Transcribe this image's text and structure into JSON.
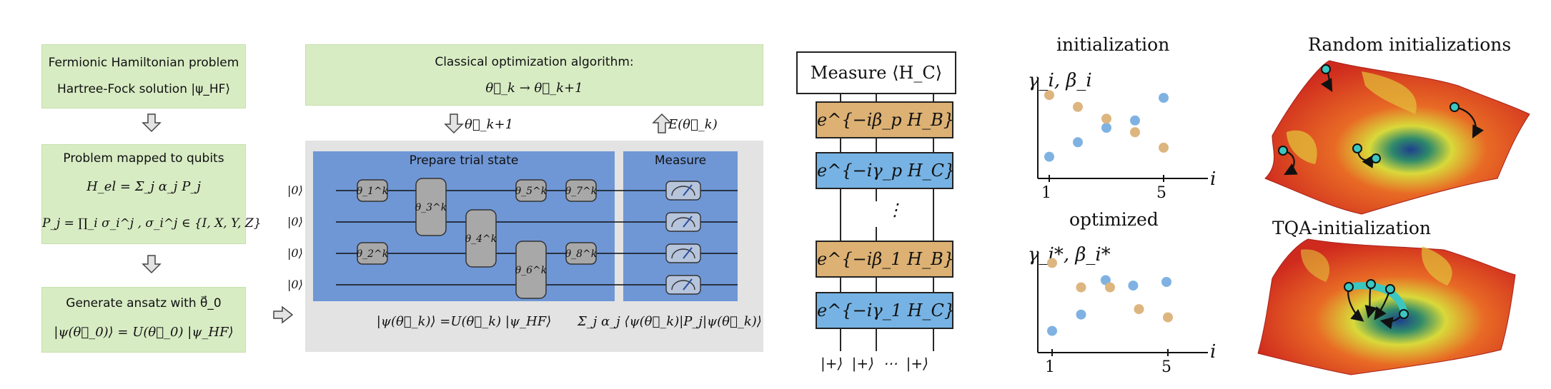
{
  "flow": {
    "box1": {
      "line1": "Fermionic Hamiltonian problem",
      "line2": "Hartree-Fock solution |ψ_HF⟩"
    },
    "box2": {
      "title": "Problem mapped to qubits",
      "eq1": "H_el = Σ_j α_j P_j",
      "eq2": "P_j = ∏_i σ_i^j , σ_i^j ∈ {I, X, Y, Z}"
    },
    "box3": {
      "title": "Generate ansatz with θ⃗_0",
      "eq": "|ψ(θ⃗_0)⟩ = U(θ⃗_0) |ψ_HF⟩"
    }
  },
  "optimizer": {
    "title": "Classical optimization algorithm:",
    "update": "θ⃗_k → θ⃗_k+1"
  },
  "arrows": {
    "down_label": "θ⃗_k+1",
    "up_label": "E(θ⃗_k)"
  },
  "circuit": {
    "prepare_title": "Prepare trial state",
    "measure_title": "Measure",
    "qubit_labels": [
      "|0⟩",
      "|0⟩",
      "|0⟩",
      "|0⟩"
    ],
    "gates": [
      "θ_1^k",
      "θ_2^k",
      "θ_3^k",
      "θ_4^k",
      "θ_5^k",
      "θ_6^k",
      "θ_7^k",
      "θ_8^k"
    ],
    "state_eq": "|ψ(θ⃗_k)⟩ =U(θ⃗_k) |ψ_HF⟩",
    "energy_eq": "Σ_j α_j ⟨ψ(θ⃗_k)|P_j|ψ(θ⃗_k)⟩"
  },
  "qaoa": {
    "measure": "Measure ⟨H_C⟩",
    "layers": [
      {
        "label": "e^{−iβ_p H_B}",
        "color": "#dcb173"
      },
      {
        "label": "e^{−iγ_p H_C}",
        "color": "#76b3e4"
      },
      {
        "label": "e^{−iβ_1 H_B}",
        "color": "#dcb173"
      },
      {
        "label": "e^{−iγ_1 H_C}",
        "color": "#76b3e4"
      }
    ],
    "dots": "⋮",
    "inputs": "|+⟩ |+⟩ ⋯ |+⟩"
  },
  "chart_data": [
    {
      "type": "scatter",
      "title": "initialization",
      "ylabel": "γ_i, β_i",
      "xlabel": "i",
      "x_ticks": [
        "1",
        "5"
      ],
      "series": [
        {
          "color": "#7fb2e2",
          "points": [
            [
              1,
              0.2
            ],
            [
              2,
              0.36
            ],
            [
              3,
              0.52
            ],
            [
              4,
              0.6
            ],
            [
              5,
              0.85
            ]
          ]
        },
        {
          "color": "#ddb57f",
          "points": [
            [
              1,
              0.88
            ],
            [
              2,
              0.75
            ],
            [
              3,
              0.62
            ],
            [
              4,
              0.47
            ],
            [
              5,
              0.3
            ]
          ]
        }
      ]
    },
    {
      "type": "scatter",
      "title": "optimized",
      "ylabel": "γ_i*, β_i*",
      "xlabel": "i",
      "x_ticks": [
        "1",
        "5"
      ],
      "series": [
        {
          "color": "#7fb2e2",
          "points": [
            [
              1,
              0.2
            ],
            [
              2,
              0.38
            ],
            [
              2.85,
              0.76
            ],
            [
              3.8,
              0.7
            ],
            [
              4.95,
              0.74
            ]
          ]
        },
        {
          "color": "#ddb57f",
          "points": [
            [
              1,
              0.95
            ],
            [
              2,
              0.68
            ],
            [
              3,
              0.68
            ],
            [
              4,
              0.44
            ],
            [
              5,
              0.35
            ]
          ]
        }
      ]
    }
  ],
  "landscapes": {
    "top_title": "Random initializations",
    "bottom_title": "TQA-initialization"
  },
  "colors": {
    "green_box": "#d8ecc4",
    "circuit_panel": "#6f97d6",
    "gray_panel": "#e3e3e3",
    "teal": "#3bc7c0"
  }
}
